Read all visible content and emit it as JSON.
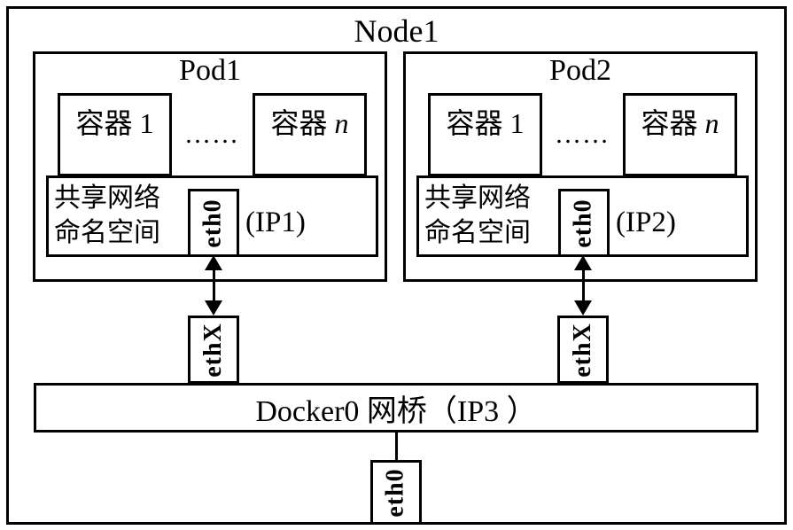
{
  "node": {
    "title": "Node1"
  },
  "pods": [
    {
      "title": "Pod1",
      "containers": [
        {
          "label": "容器 1"
        },
        {
          "label_prefix": "容器 ",
          "label_var": "n"
        }
      ],
      "dots": "……",
      "namespace_line1": "共享网络",
      "namespace_line2": "命名空间",
      "eth0_label": "eth0",
      "ip_label": "(IP1)"
    },
    {
      "title": "Pod2",
      "containers": [
        {
          "label": "容器 1"
        },
        {
          "label_prefix": "容器 ",
          "label_var": "n"
        }
      ],
      "dots": "……",
      "namespace_line1": "共享网络",
      "namespace_line2": "命名空间",
      "eth0_label": "eth0",
      "ip_label": "(IP2)"
    }
  ],
  "infra": {
    "ethx_left_label": "ethX",
    "ethx_right_label": "ethX",
    "bridge_label": "Docker0 网桥（IP3 ）",
    "host_eth0_label": "eth0"
  },
  "colors": {
    "line": "#000000",
    "background": "#ffffff"
  }
}
